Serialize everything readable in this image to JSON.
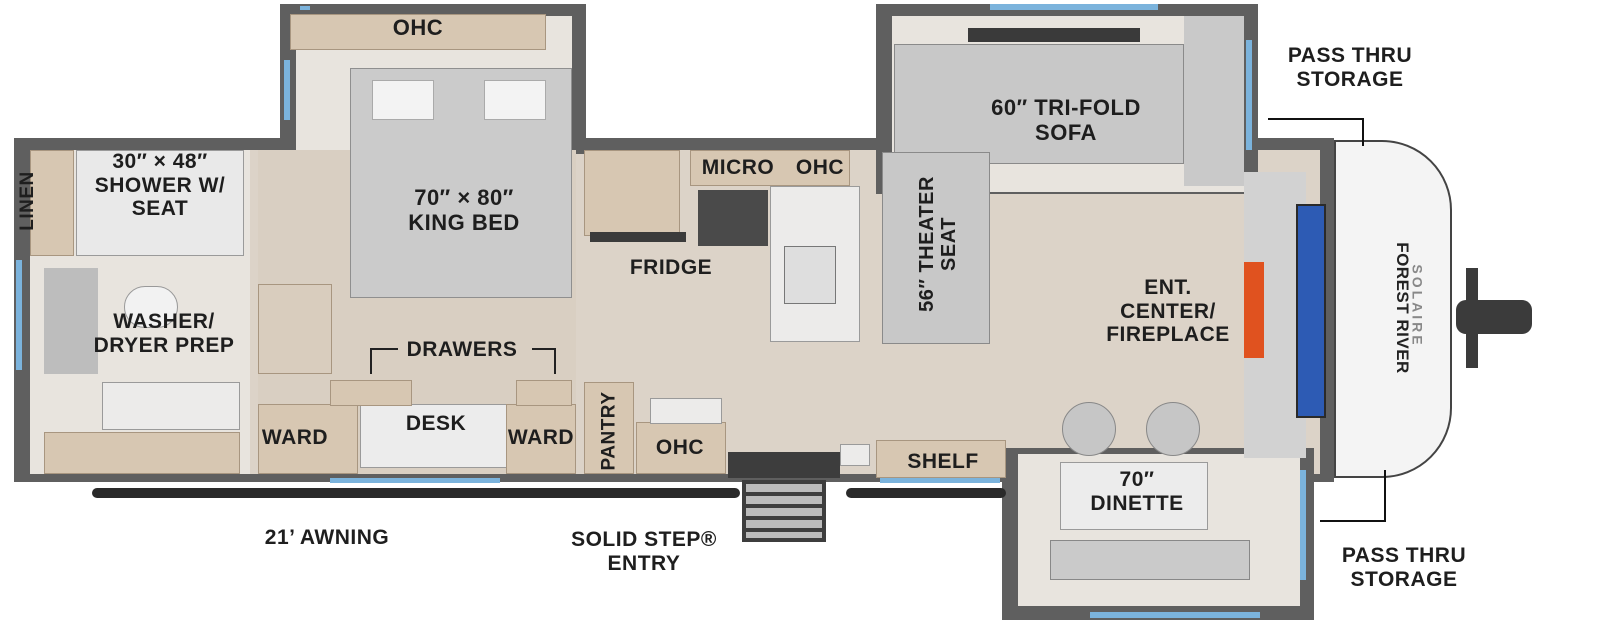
{
  "labels": {
    "ohc_bedroom": "OHC",
    "bed": "70″ × 80″\nKING BED",
    "shower": "30″ × 48″\nSHOWER W/\nSEAT",
    "linen": "LINEN",
    "washer": "WASHER/\nDRYER PREP",
    "drawers": "DRAWERS",
    "desk": "DESK",
    "ward_left": "WARD",
    "ward_right": "WARD",
    "micro": "MICRO",
    "ohc_kitchen": "OHC",
    "fridge": "FRIDGE",
    "pantry": "PANTRY",
    "ohc_pantry": "OHC",
    "sofa": "60″ TRI-FOLD\nSOFA",
    "theater": "56″ THEATER\nSEAT",
    "ent_center": "ENT.\nCENTER/\nFIREPLACE",
    "shelf": "SHELF",
    "dinette": "70″\nDINETTE",
    "pass_thru_top": "PASS THRU\nSTORAGE",
    "pass_thru_bottom": "PASS THRU\nSTORAGE",
    "awning": "21’ AWNING",
    "entry": "SOLID STEP®\nENTRY",
    "brand": "FOREST RIVER",
    "model": "SOLAIRE"
  },
  "colors": {
    "wall": "#5f5f5f",
    "floor": "#dcd3c8",
    "window": "#7bb3dc",
    "cabinet": "#d7c7b2",
    "fireplace": "#e0521f"
  }
}
